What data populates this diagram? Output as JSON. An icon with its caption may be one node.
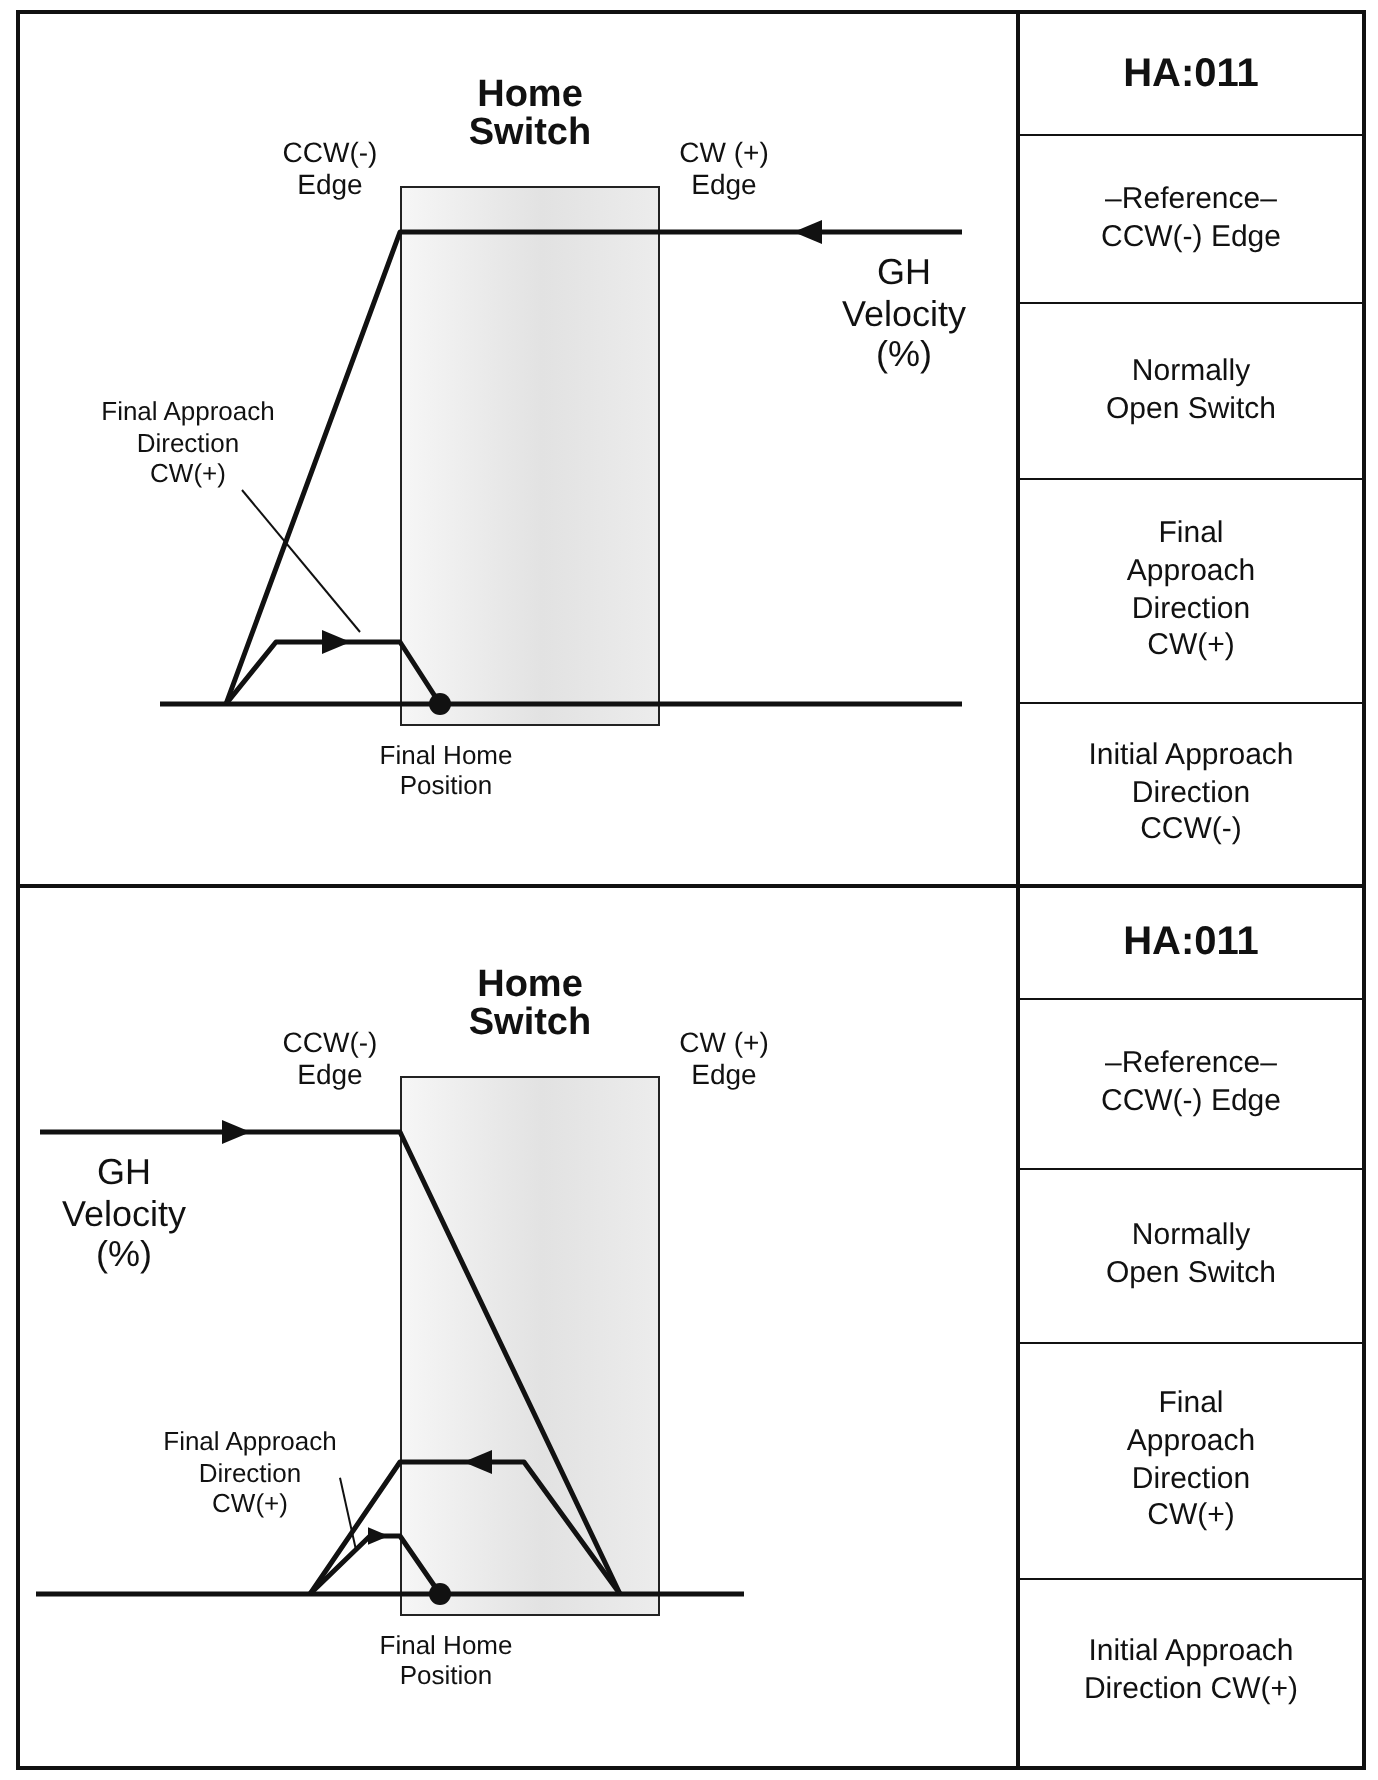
{
  "diagram": {
    "nodes": [
      {
        "text": [
          "Home Switch"
        ]
      },
      {
        "text": [
          "Final Approach Direction CW(+)"
        ]
      },
      {
        "text": [
          "Home Switch"
        ]
      },
      {
        "text": [
          "Final Approach Direction CW(+)"
        ]
      }
    ],
    "edges": [
      {
        "from": 1,
        "to": null,
        "arrow": "none"
      },
      {
        "from": 3,
        "to": null,
        "arrow": "none"
      }
    ],
    "labels": [
      "CCW(-) Edge",
      "CW (+) Edge",
      "GH Velocity (%)",
      "Final Home Position",
      "HA:011",
      "–Reference– CCW(-) Edge",
      "Normally Open Switch",
      "Final Approach Direction CW(+)",
      "Initial Approach Direction CCW(-)",
      "CCW(-) Edge",
      "CW (+) Edge",
      "GH Velocity (%)",
      "Final Home Position",
      "HA:011",
      "–Reference– CCW(-) Edge",
      "Normally Open Switch",
      "Final Approach Direction CW(+)",
      "Initial Approach Direction CW(+)"
    ]
  }
}
